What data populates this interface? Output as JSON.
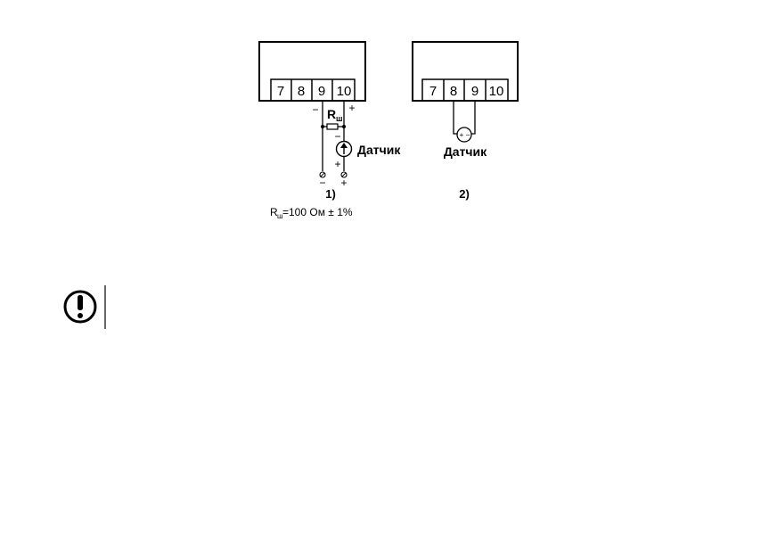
{
  "diagram1": {
    "terminals": [
      "7",
      "8",
      "9",
      "10"
    ],
    "minus_sign": "−",
    "plus_sign": "+",
    "resistor_label": "R",
    "resistor_subscript": "ш",
    "sensor_label": "Датчик",
    "caption": "1)",
    "footnote": {
      "prefix": "R",
      "subscript": "ш",
      "rest": "=100 Ом ± 1%"
    }
  },
  "diagram2": {
    "terminals": [
      "7",
      "8",
      "9",
      "10"
    ],
    "sensor_label": "Датчик",
    "caption": "2)"
  }
}
